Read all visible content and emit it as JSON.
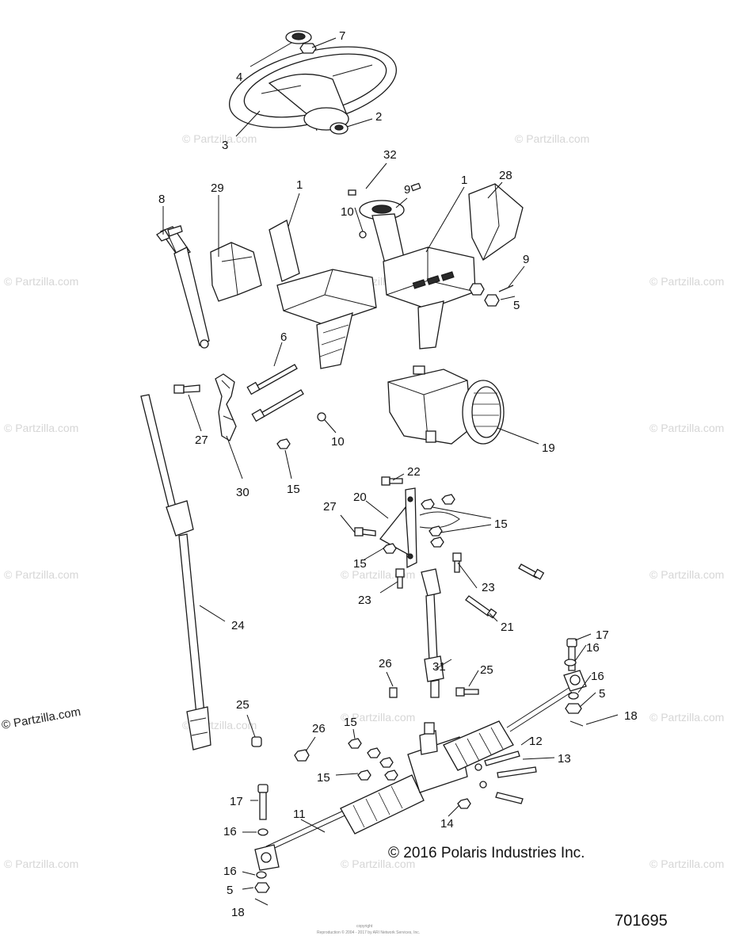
{
  "diagram": {
    "copyright": "© 2016 Polaris Industries Inc.",
    "diagram_id": "701695",
    "watermark_text": "© Partzilla.com",
    "footer_line1": "copyright",
    "footer_line2": "Reproduction © 2004 - 2017 by ARI Network Services, Inc."
  },
  "callouts": [
    {
      "num": "7"
    },
    {
      "num": "4"
    },
    {
      "num": "2"
    },
    {
      "num": "3"
    },
    {
      "num": "32"
    },
    {
      "num": "29"
    },
    {
      "num": "8"
    },
    {
      "num": "1"
    },
    {
      "num": "9"
    },
    {
      "num": "1"
    },
    {
      "num": "28"
    },
    {
      "num": "10"
    },
    {
      "num": "9"
    },
    {
      "num": "5"
    },
    {
      "num": "6"
    },
    {
      "num": "27"
    },
    {
      "num": "30"
    },
    {
      "num": "10"
    },
    {
      "num": "15"
    },
    {
      "num": "19"
    },
    {
      "num": "22"
    },
    {
      "num": "20"
    },
    {
      "num": "27"
    },
    {
      "num": "15"
    },
    {
      "num": "15"
    },
    {
      "num": "23"
    },
    {
      "num": "23"
    },
    {
      "num": "21"
    },
    {
      "num": "24"
    },
    {
      "num": "17"
    },
    {
      "num": "16"
    },
    {
      "num": "26"
    },
    {
      "num": "25"
    },
    {
      "num": "31"
    },
    {
      "num": "16"
    },
    {
      "num": "5"
    },
    {
      "num": "18"
    },
    {
      "num": "25"
    },
    {
      "num": "26"
    },
    {
      "num": "15"
    },
    {
      "num": "12"
    },
    {
      "num": "13"
    },
    {
      "num": "15"
    },
    {
      "num": "17"
    },
    {
      "num": "11"
    },
    {
      "num": "14"
    },
    {
      "num": "16"
    },
    {
      "num": "16"
    },
    {
      "num": "5"
    },
    {
      "num": "18"
    }
  ]
}
